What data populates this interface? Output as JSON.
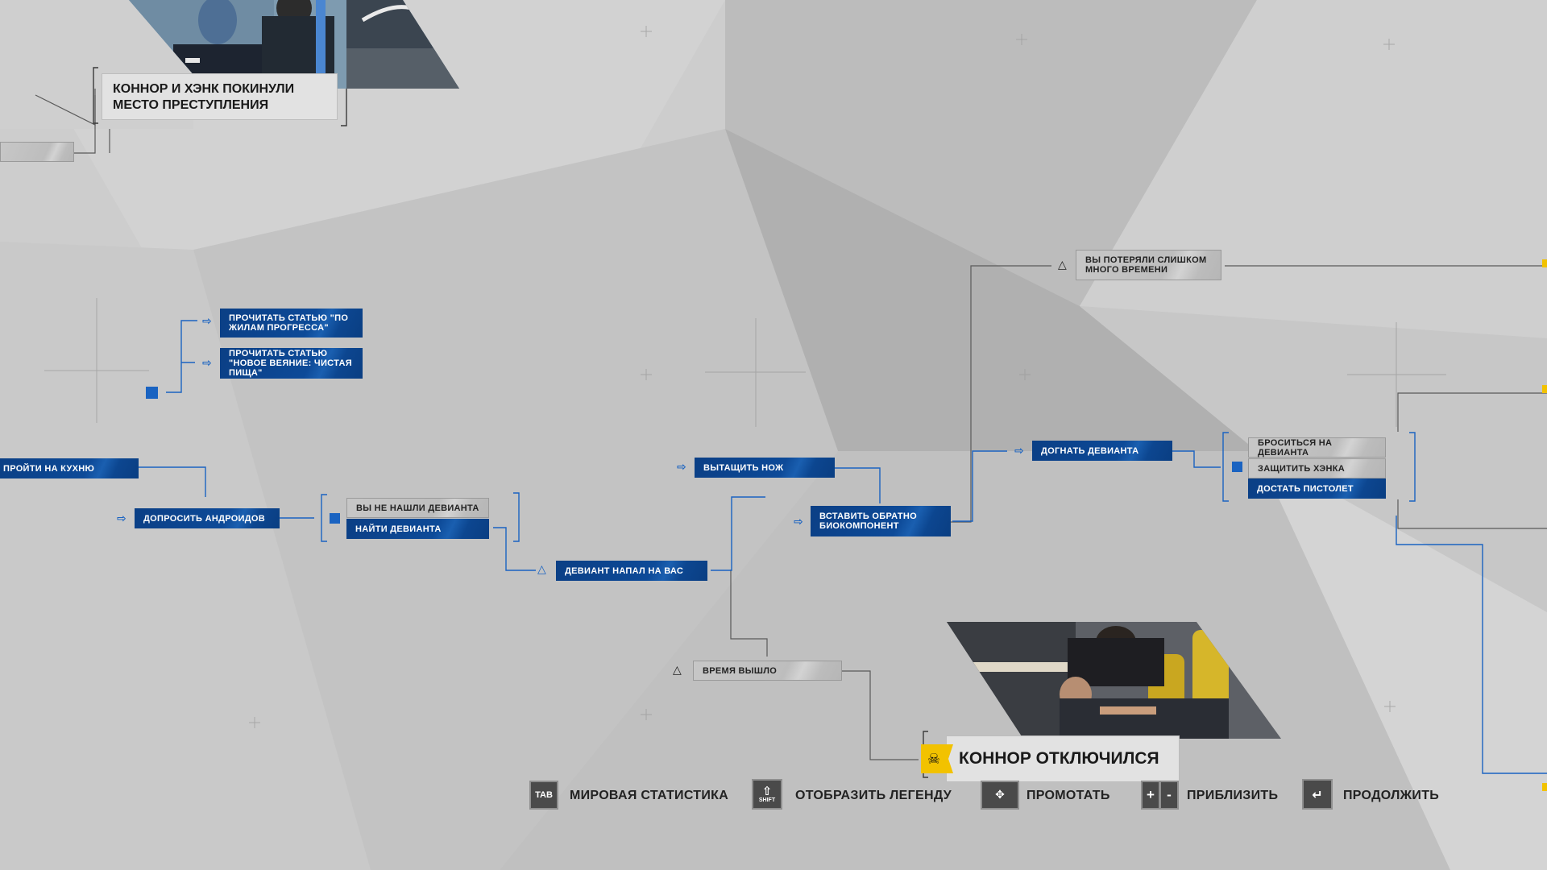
{
  "header_card": {
    "line1": "Коннор и Хэнк покинули",
    "line2": "место преступления"
  },
  "nodes": {
    "read_article_1": "Прочитать статью \"По жилам прогресса\"",
    "read_article_2": "Прочитать статью \"Новое веяние: чистая пища\"",
    "go_kitchen": "Пройти на кухню",
    "interrogate": "Допросить андроидов",
    "not_found": "Вы не нашли девианта",
    "find_deviant": "Найти девианта",
    "attacked": "Девиант напал на вас",
    "knife": "Вытащить нож",
    "biocomponent": "Вставить обратно биокомпонент",
    "time_out": "Время вышло",
    "lost_time": "Вы потеряли слишком много времени",
    "chase": "Догнать девианта",
    "tackle": "Броситься на девианта",
    "protect": "Защитить Хэнка",
    "gun": "Достать пистолет"
  },
  "ending_card": {
    "label": "Коннор отключился",
    "icon": "skull-icon",
    "accent": "#f2c200"
  },
  "controls": [
    {
      "key": "TAB",
      "label": "Мировая статистика"
    },
    {
      "key": "SHIFT",
      "label": "Отобразить легенду"
    },
    {
      "key": "move",
      "label": "Промотать"
    },
    {
      "key": "+ -",
      "label": "Приблизить"
    },
    {
      "key": "enter",
      "label": "Продолжить"
    }
  ],
  "colors": {
    "accent_blue": "#0d4a98",
    "line_blue": "#1a63c1",
    "background": "#cdcdcd"
  }
}
